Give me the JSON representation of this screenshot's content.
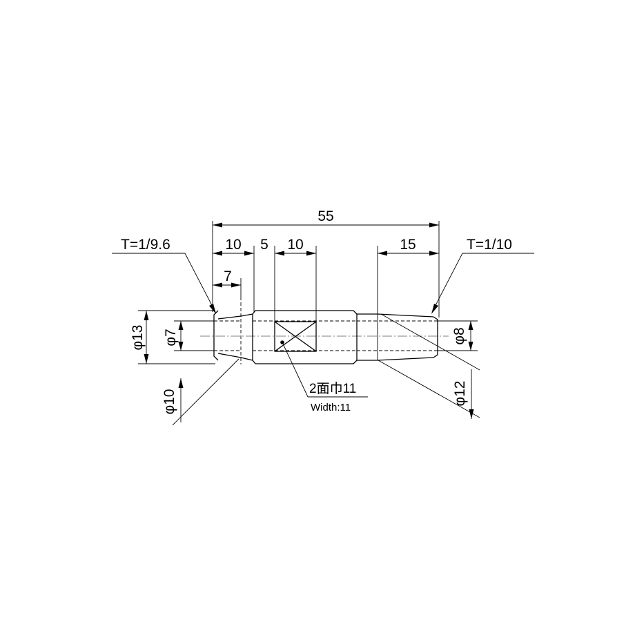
{
  "dimensions": {
    "overall_length": "55",
    "left_taper_len": "10",
    "collar_len": "5",
    "flat_len": "10",
    "right_taper_len": "15",
    "bore_depth": "7",
    "dia_13": "φ13",
    "dia_7": "φ7",
    "dia_10": "φ10",
    "dia_8": "φ8",
    "dia_12": "φ12"
  },
  "notes": {
    "left_taper": "T=1/9.6",
    "right_taper": "T=1/10",
    "flats_jp": "2面巾11",
    "flats_en": "Width:11"
  }
}
